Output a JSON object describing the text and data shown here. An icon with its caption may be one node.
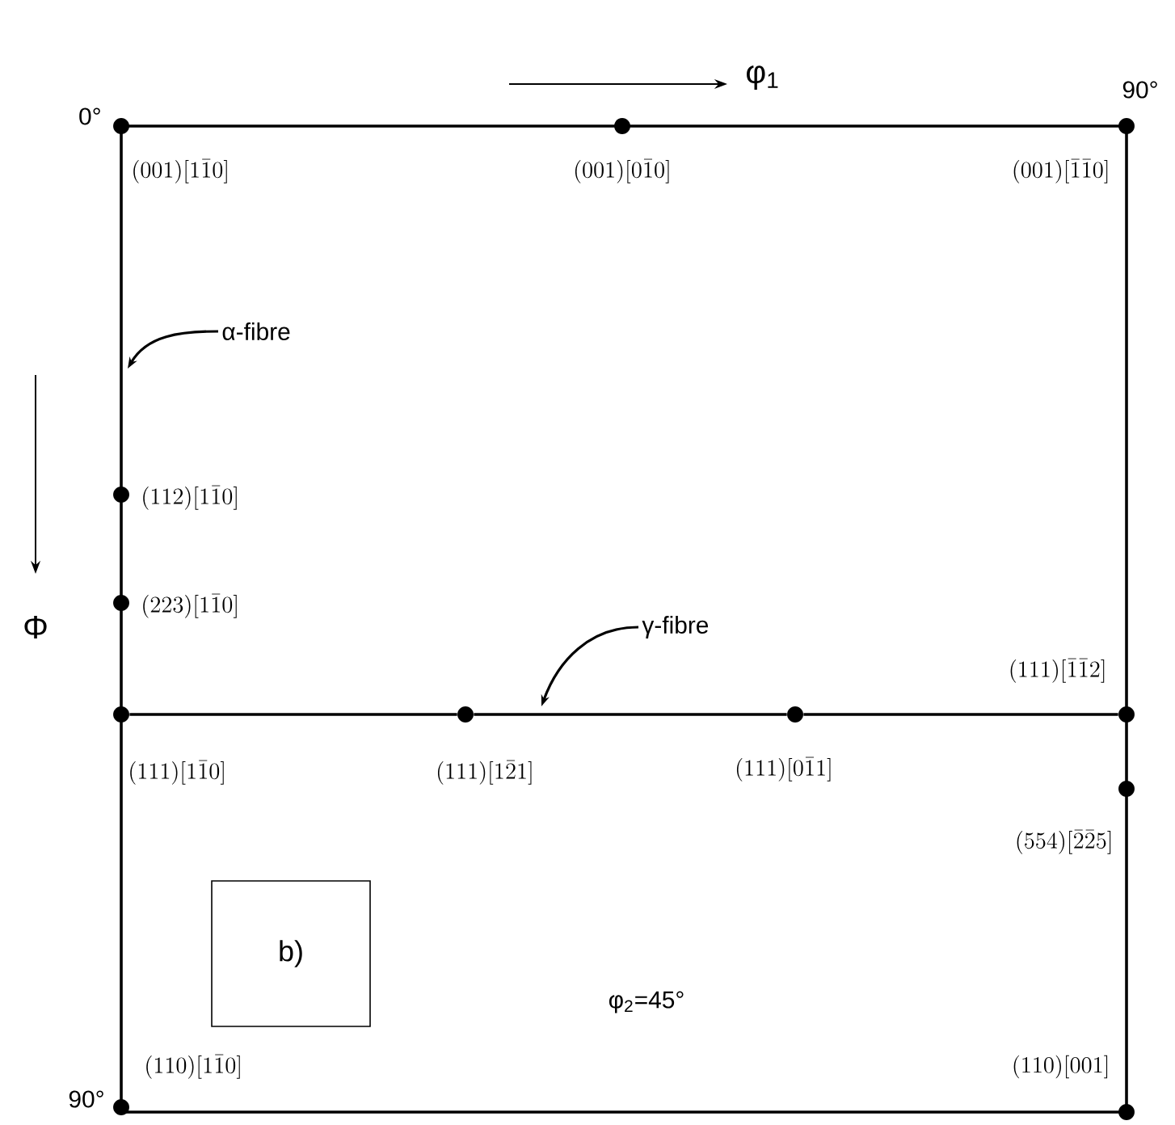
{
  "diagram": {
    "nodes": [
      {
        "text": [],
        "shape": "circle",
        "beside": [
          "(001)[1\\bar{1}0]"
        ]
      },
      {
        "text": [],
        "shape": "circle",
        "beside": [
          "(001)[0\\bar{1}0]"
        ]
      },
      {
        "text": [],
        "shape": "circle",
        "beside": [
          "(001)[\\bar{1}\\bar{1}0]"
        ]
      },
      {
        "text": [],
        "shape": "circle",
        "beside": [
          "(112)[1\\bar{1}0]"
        ]
      },
      {
        "text": [],
        "shape": "circle",
        "beside": [
          "(223)[1\\bar{1}0]"
        ]
      },
      {
        "text": [],
        "shape": "circle",
        "beside": [
          "(111)[1\\bar{1}0]"
        ]
      },
      {
        "text": [],
        "shape": "circle",
        "beside": [
          "(111)[1\\bar{2}1]"
        ]
      },
      {
        "text": [],
        "shape": "circle",
        "beside": [
          "(111)[0\\bar{1}1]"
        ]
      },
      {
        "text": [],
        "shape": "circle",
        "beside": [
          "(111)[\\bar{1}\\bar{1}2]"
        ]
      },
      {
        "text": [],
        "shape": "circle",
        "beside": [
          "(554)[\\bar{2}\\bar{2}5]"
        ]
      },
      {
        "text": [],
        "shape": "circle",
        "beside": [
          "(110)[1\\bar{1}0]"
        ]
      },
      {
        "text": [],
        "shape": "circle",
        "beside": [
          "(110)[001]"
        ]
      },
      {
        "text": [
          "α-fibre"
        ]
      },
      {
        "text": [
          "γ-fibre"
        ]
      },
      {
        "text": [
          "b)"
        ]
      }
    ],
    "edges": [
      {
        "from": 12,
        "to": null,
        "arrow": "to"
      },
      {
        "from": 13,
        "to": null,
        "arrow": "to"
      },
      {
        "from": 5,
        "to": 6,
        "arrow": "none"
      },
      {
        "from": 6,
        "to": 7,
        "arrow": "none"
      },
      {
        "from": 7,
        "to": 8,
        "arrow": "none"
      }
    ],
    "labels": [
      "φ$_{1}$",
      "0°",
      "90°",
      "Φ",
      "φ$_{2}$=45°",
      "90°"
    ]
  }
}
